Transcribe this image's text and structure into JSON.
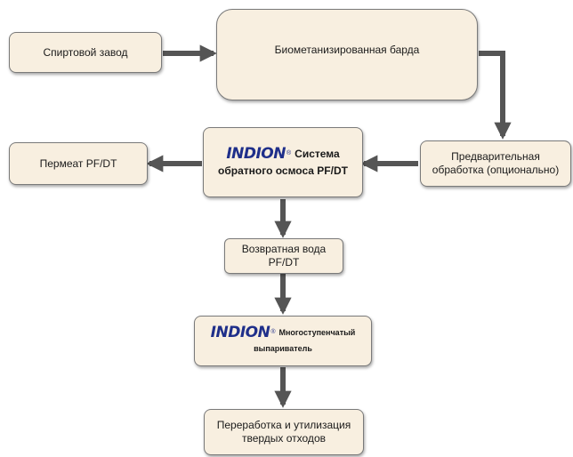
{
  "colors": {
    "box_fill": "#f8efe0",
    "box_border": "#7a7a7a",
    "arrow": "#555555",
    "logo": "#1f2f8a"
  },
  "nodes": {
    "distillery": "Спиртовой завод",
    "biomethanized_vinasse": "Биометанизированная барда",
    "pretreatment": "Предварительная\nобработка (опционально)",
    "ro_system": {
      "logo_text": "INDION",
      "logo_mark": "®",
      "title_line1": "Система",
      "title_line2": "обратного осмоса PF/DT"
    },
    "permeate": "Пермеат PF/DT",
    "reject_water": "Возвратная вода\nPF/DT",
    "evaporator": {
      "logo_text": "INDION",
      "logo_mark": "®",
      "title_line1": "Многоступенчатый",
      "title_line2": "выпариватель"
    },
    "solid_waste": "Переработка и утилизация\nтвердых отходов"
  },
  "edges": [
    {
      "from": "distillery",
      "to": "biomethanized_vinasse"
    },
    {
      "from": "biomethanized_vinasse",
      "to": "pretreatment"
    },
    {
      "from": "pretreatment",
      "to": "ro_system"
    },
    {
      "from": "ro_system",
      "to": "permeate"
    },
    {
      "from": "ro_system",
      "to": "reject_water"
    },
    {
      "from": "reject_water",
      "to": "evaporator"
    },
    {
      "from": "evaporator",
      "to": "solid_waste"
    }
  ]
}
